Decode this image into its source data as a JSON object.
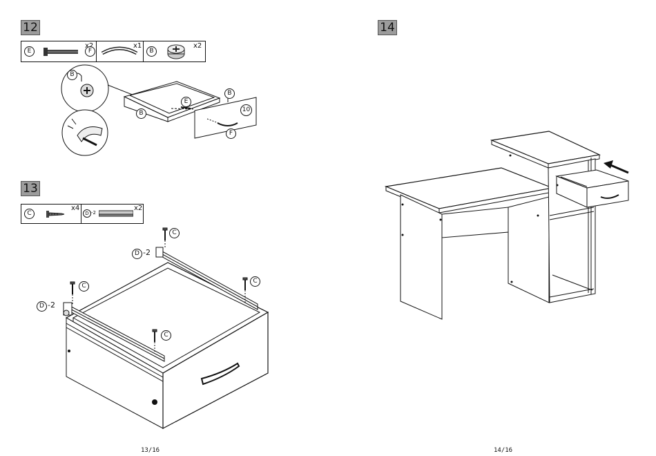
{
  "steps": {
    "s12": {
      "number": "12",
      "parts": [
        {
          "letter": "E",
          "qty": "x2",
          "icon": "bolt-icon"
        },
        {
          "letter": "F",
          "qty": "x1",
          "icon": "handle-icon"
        },
        {
          "letter": "B",
          "qty": "x2",
          "icon": "cam-lock-icon"
        }
      ],
      "callouts": {
        "b1": "B",
        "b2": "B",
        "b3": "B",
        "e": "E",
        "f": "F",
        "ten": "10"
      }
    },
    "s13": {
      "number": "13",
      "parts": [
        {
          "letter": "C",
          "qty": "x4",
          "icon": "screw-icon"
        },
        {
          "letter": "D",
          "suffix": "-2",
          "qty": "x2",
          "icon": "drawer-slide-icon"
        }
      ],
      "callouts": {
        "c": "C",
        "d": "D",
        "d_suffix": "-2"
      }
    },
    "s14": {
      "number": "14"
    }
  },
  "pages": {
    "left": "13/16",
    "right": "14/16"
  }
}
